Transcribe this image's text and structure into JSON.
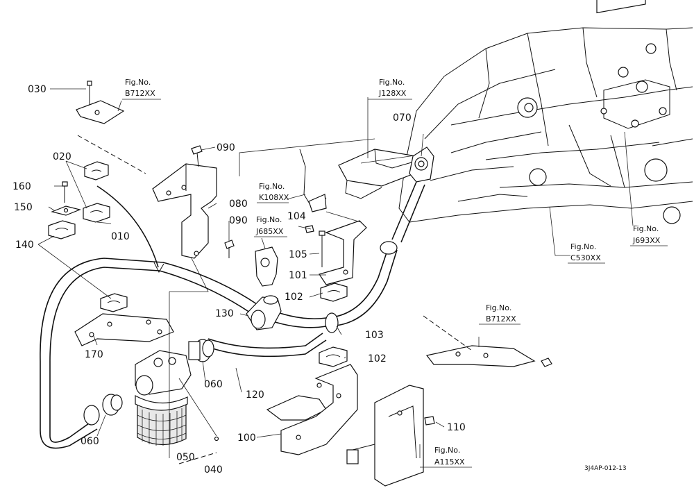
{
  "callouts": {
    "c030": "030",
    "c020": "020",
    "c160": "160",
    "c150": "150",
    "c010": "010",
    "c140": "140",
    "c170": "170",
    "c090a": "090",
    "c080": "080",
    "c090b": "090",
    "c104": "104",
    "c105": "105",
    "c101": "101",
    "c102a": "102",
    "c130": "130",
    "c103": "103",
    "c102b": "102",
    "c060a": "060",
    "c120": "120",
    "c060b": "060",
    "c050": "050",
    "c040": "040",
    "c100": "100",
    "c110": "110",
    "c070": "070"
  },
  "figrefs": {
    "b712a": {
      "prefix": "Fig.No.",
      "code": "B712XX"
    },
    "j128": {
      "prefix": "Fig.No.",
      "code": "J128XX"
    },
    "k108": {
      "prefix": "Fig.No.",
      "code": "K108XX"
    },
    "j685": {
      "prefix": "Fig.No.",
      "code": "J685XX"
    },
    "c530": {
      "prefix": "Fig.No.",
      "code": "C530XX"
    },
    "j693": {
      "prefix": "Fig.No.",
      "code": "J693XX"
    },
    "b712b": {
      "prefix": "Fig.No.",
      "code": "B712XX"
    },
    "a115": {
      "prefix": "Fig.No.",
      "code": "A115XX"
    }
  },
  "drawing_code": "3J4AP-012-13"
}
